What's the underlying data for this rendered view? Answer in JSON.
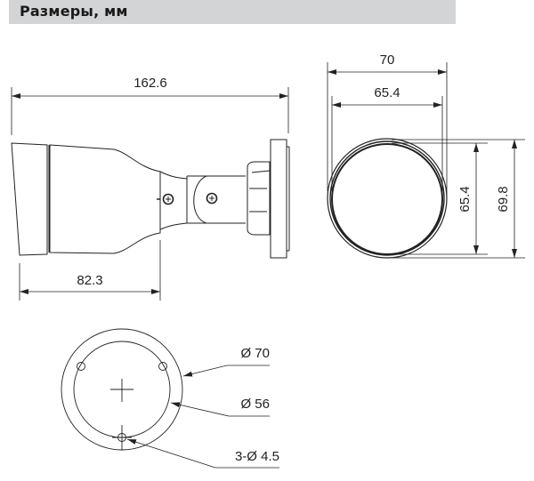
{
  "header": {
    "title": "Размеры, мм",
    "bar_color": "#d3d4d6"
  },
  "side_view": {
    "overall_length": "162.6",
    "body_length": "82.3"
  },
  "front_view": {
    "outer_width": "70",
    "inner_width": "65.4",
    "inner_height": "65.4",
    "outer_height": "69.8"
  },
  "base_view": {
    "outer_diameter": "Ø 70",
    "hole_circle_diameter": "Ø 56",
    "mounting_holes": "3-Ø 4.5"
  },
  "colors": {
    "line": "#222222",
    "background": "#ffffff"
  }
}
